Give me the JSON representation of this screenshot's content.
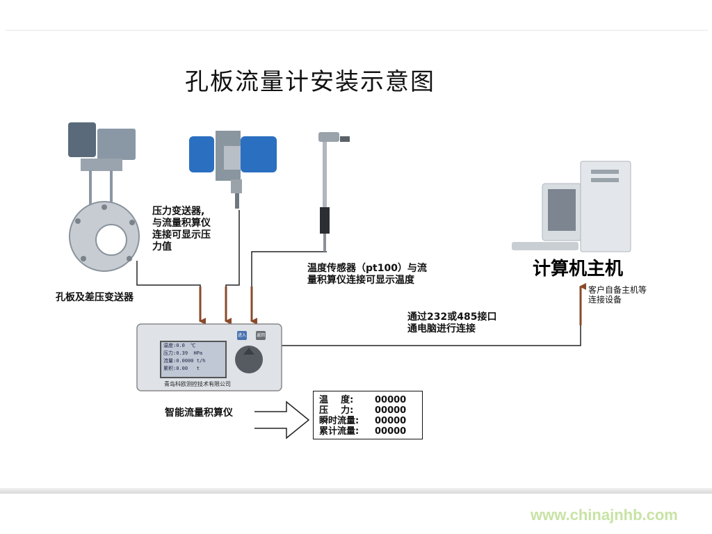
{
  "title": "孔板流量计安装示意图",
  "labels": {
    "pressure_transmitter": "压力变送器,\n与流量积算仪\n连接可显示压\n力值",
    "orifice": "孔板及差压变送器",
    "temp_sensor": "温度传感器（pt100）与流\n量积算仪连接可显示温度",
    "pc": "计算机主机",
    "client": "客户自备主机等\n连接设备",
    "rs485": "通过232或485接口\n通电脑进行连接",
    "integrator": "智能流量积算仪"
  },
  "integrator_screen": {
    "rows": [
      "温度:0.0  ℃",
      "压力:0.39  HPa",
      "流量:0.0000 t/h",
      "累积:0.00   t"
    ],
    "company": "青岛科欧测控技术有限公司",
    "btn_enter": "进入",
    "btn_back": "返回"
  },
  "readout": [
    {
      "key": "温    度:",
      "value": "00000"
    },
    {
      "key": "压    力:",
      "value": "00000"
    },
    {
      "key": "瞬时流量:",
      "value": "00000"
    },
    {
      "key": "累计流量:",
      "value": "00000"
    }
  ],
  "watermark": "www.chinajnhb.com",
  "colors": {
    "arrow": "#8a4a2a",
    "transmitter_blue": "#2a6fc0",
    "panel": "#dfe2e6"
  }
}
